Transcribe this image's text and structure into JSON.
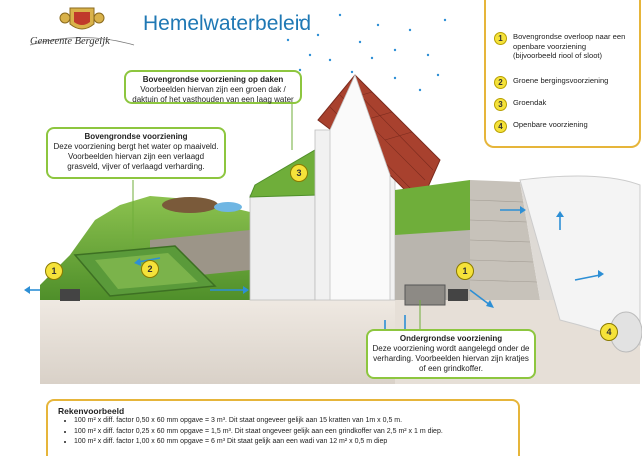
{
  "header": {
    "title": "Hemelwaterbeleid",
    "logo_text": "Gemeente Bergeijk"
  },
  "callouts": {
    "daken": {
      "heading": "Bovengrondse voorziening op daken",
      "body": "Voorbeelden hiervan zijn een groen dak / daktuin of het vasthouden van een laag water"
    },
    "maaiveld": {
      "heading": "Bovengrondse voorziening",
      "body": "Deze voorziening bergt het water op maaiveld. Voorbeelden hiervan zijn een verlaagd grasveld, vijver of verlaagd verharding."
    },
    "ondergronds": {
      "heading": "Ondergrondse voorziening",
      "body": "Deze voorziening wordt aangelegd onder de verharding. Voorbeelden hiervan zijn kratjes of een grindkoffer."
    }
  },
  "legend": {
    "items": [
      {
        "number": "1",
        "text": "Bovengrondse overloop naar een openbare voorziening (bijvoorbeeld riool of sloot)"
      },
      {
        "number": "2",
        "text": "Groene bergingsvoorziening"
      },
      {
        "number": "3",
        "text": "Groendak"
      },
      {
        "number": "4",
        "text": "Openbare voorziening"
      }
    ]
  },
  "markers": {
    "m1_left": "1",
    "m2": "2",
    "m3": "3",
    "m1_right": "1",
    "m4": "4"
  },
  "rekenvoorbeeld": {
    "title": "Rekenvoorbeeld",
    "lines": [
      "100 m² x diff. factor 0,50 x 60 mm opgave = 3 m³. Dit staat ongeveer gelijk aan 15 kratten van 1m x 0,5 m.",
      "100 m² x diff. factor 0,25 x 60 mm opgave = 1,5 m³. Dit staat ongeveer gelijk aan een grindkoffer van 2,5 m² x 1 m diep.",
      "100 m² x diff. factor 1,00 x 60 mm opgave = 6 m³ Dit staat gelijk aan een wadi van 12 m² x 0,5 m diep"
    ]
  },
  "colors": {
    "grass": "#6fae3a",
    "roof": "#a8412e",
    "callout_border": "#8dc63f",
    "legend_border": "#e6b53a",
    "title_blue": "#1f78b4",
    "marker_yellow": "#f5e23a",
    "arrow_blue": "#2d8fd5"
  }
}
